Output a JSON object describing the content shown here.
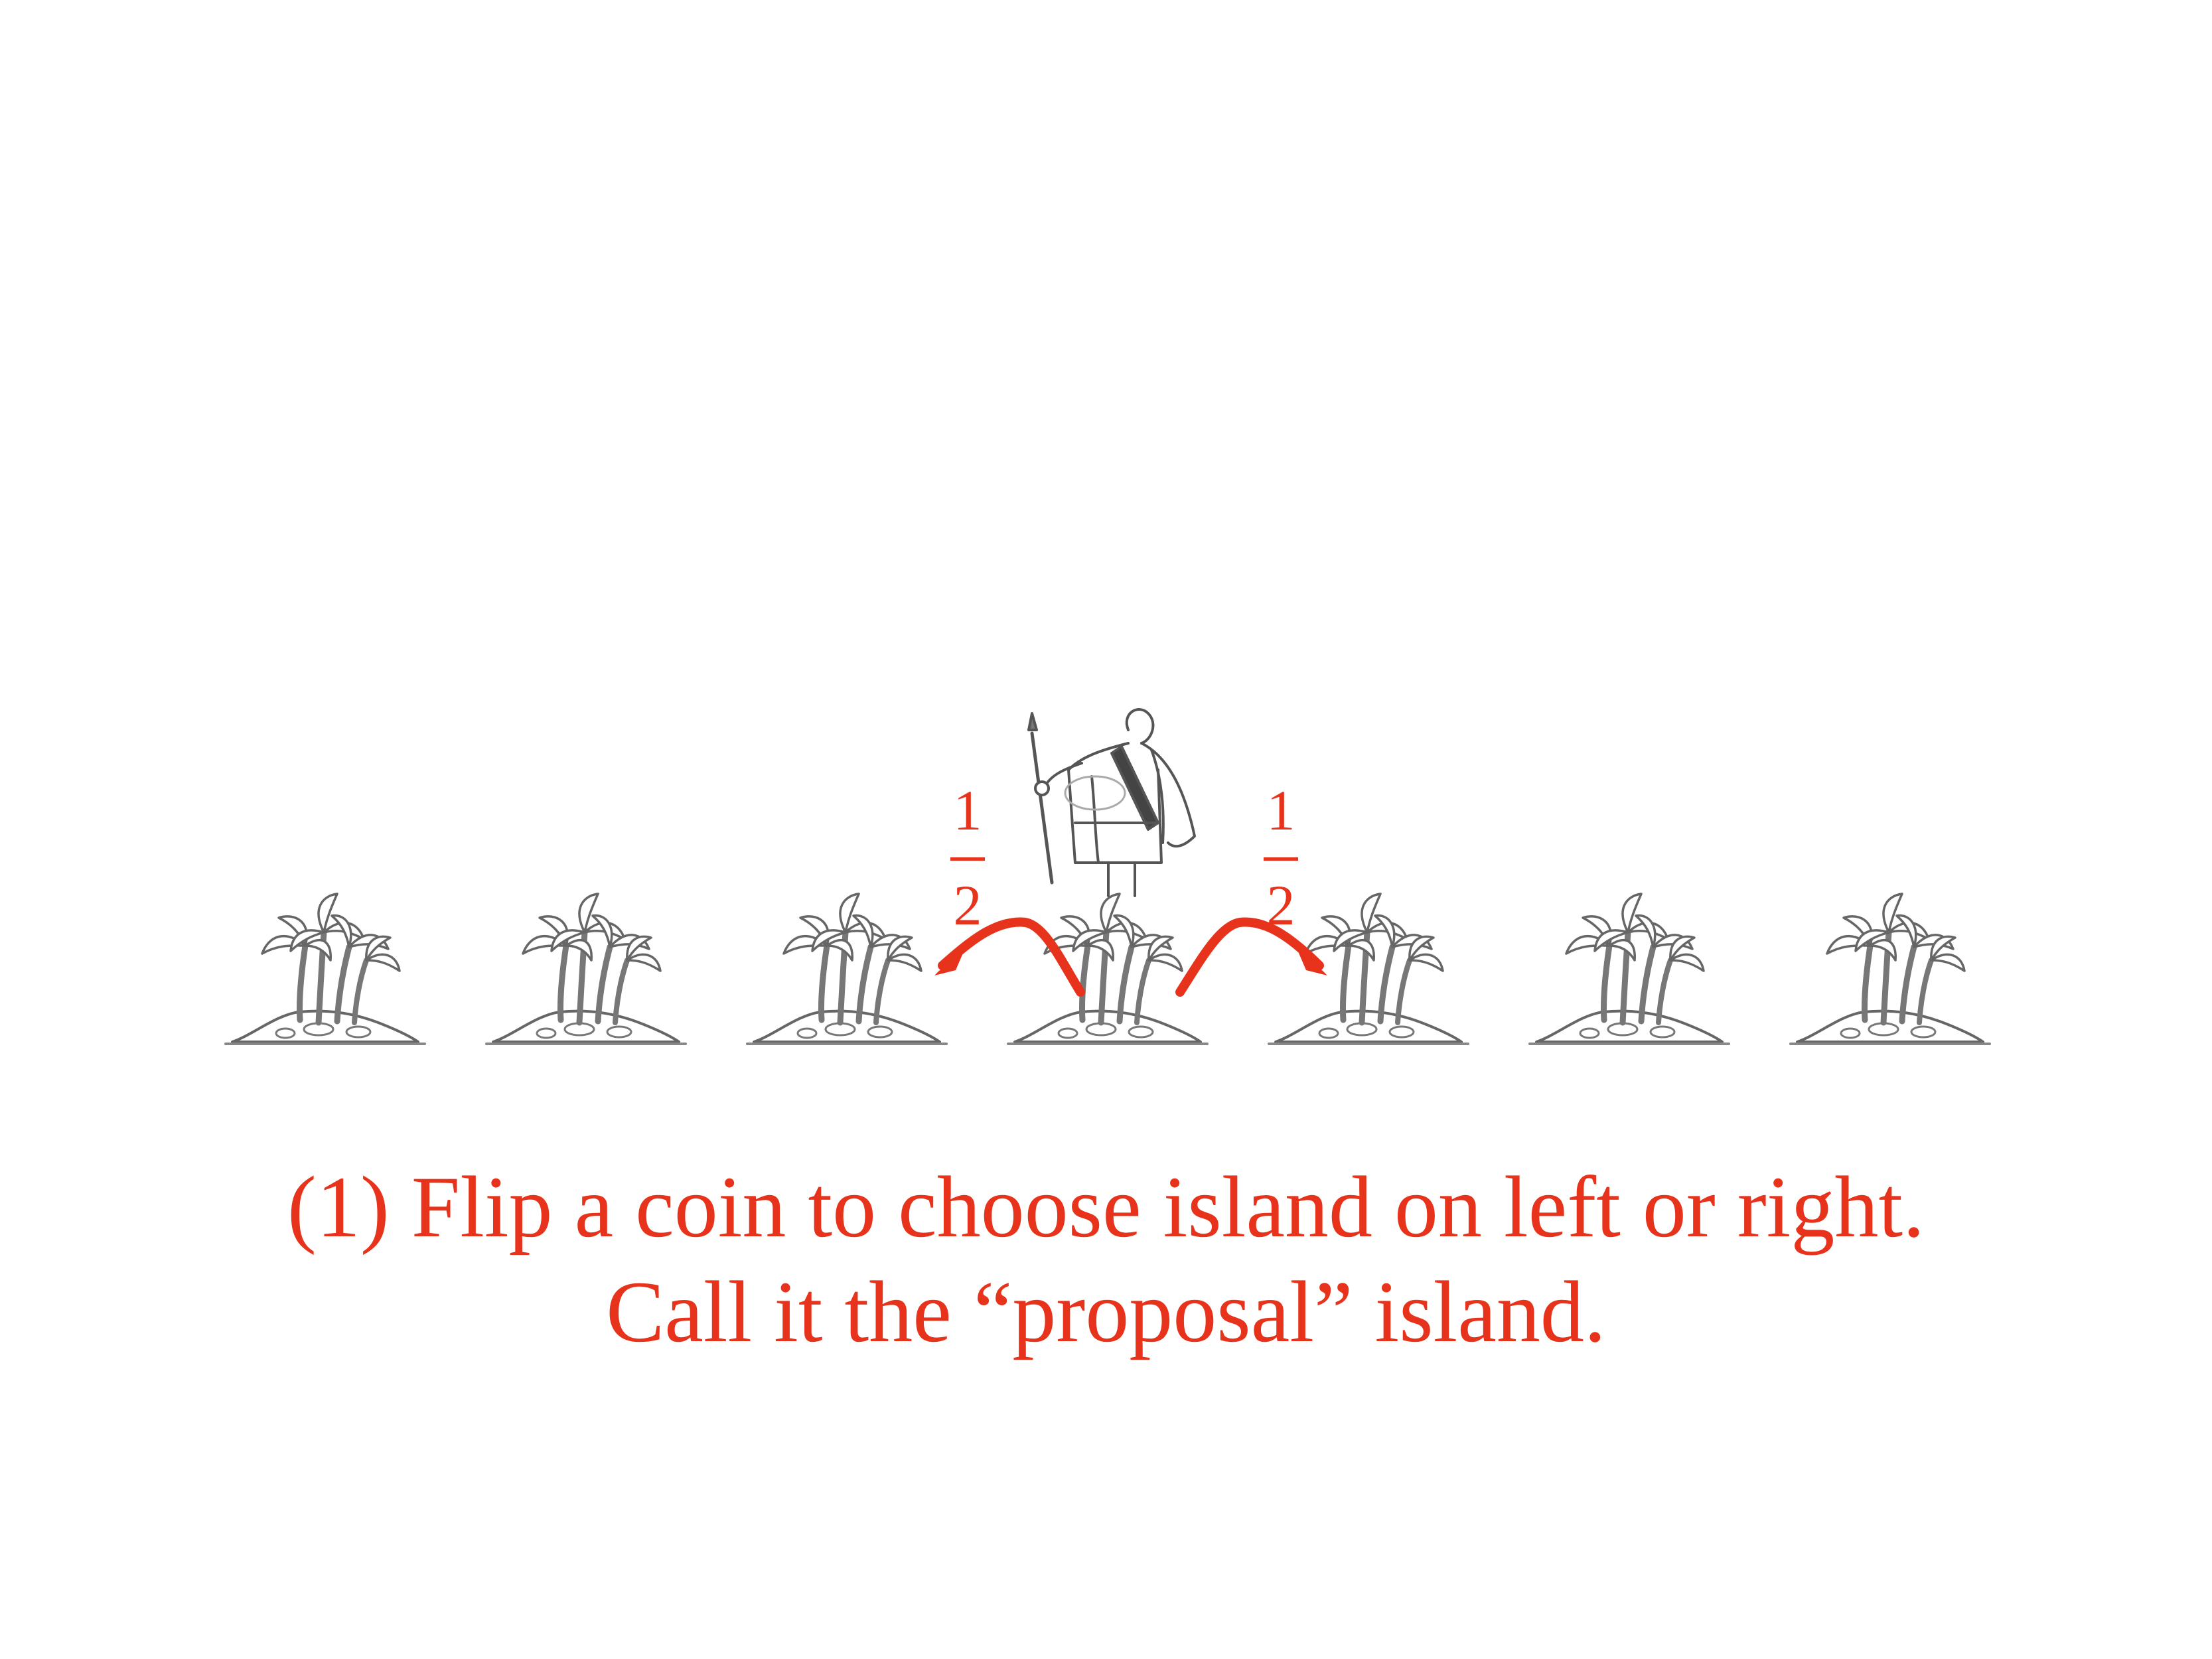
{
  "islands": {
    "count": 7,
    "current_index": 3
  },
  "proposals": {
    "left_probability": {
      "numerator": "1",
      "denominator": "2"
    },
    "right_probability": {
      "numerator": "1",
      "denominator": "2"
    }
  },
  "caption": {
    "line1": "(1) Flip a coin to choose island on left or right.",
    "line2": "Call it the “proposal” island."
  },
  "colors": {
    "accent": "#e8331c",
    "ink": "#555555"
  },
  "icons": {
    "island": "palm-island-icon",
    "king": "king-figure-icon"
  }
}
